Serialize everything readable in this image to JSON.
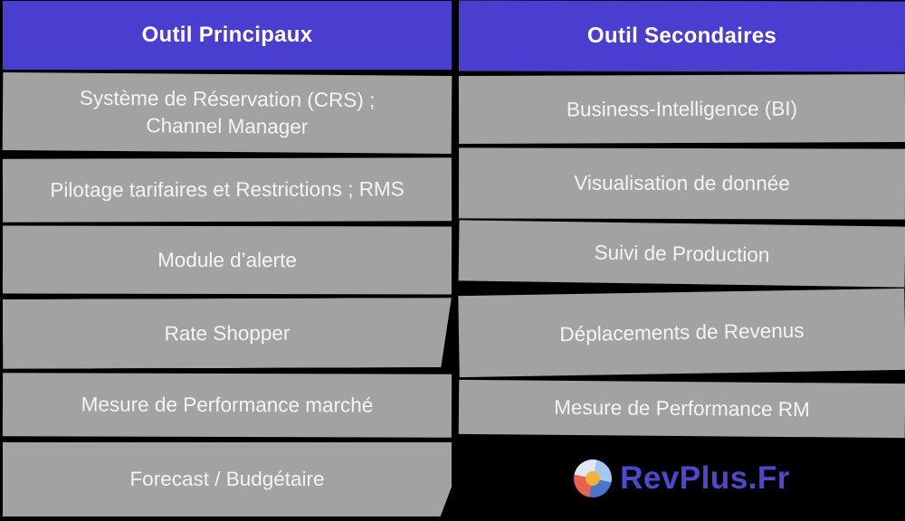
{
  "columns": [
    {
      "header": "Outil Principaux",
      "rows": [
        "Système de Réservation (CRS) ;\nChannel Manager",
        "Pilotage tarifaires et Restrictions ; RMS",
        "Module d’alerte",
        "Rate Shopper",
        "Mesure de Performance marché",
        "Forecast / Budgétaire"
      ]
    },
    {
      "header": "Outil Secondaires",
      "rows": [
        "Business-Intelligence (BI)",
        "Visualisation de donnée",
        "Suivi de Production",
        "Déplacements de Revenus",
        "Mesure de Performance RM"
      ]
    }
  ],
  "logo": {
    "text": "RevPlus.Fr",
    "icon": "pie-chart-icon"
  },
  "colors": {
    "header_bg": "#4a3ed0",
    "header_text": "#ffffff",
    "row_bg": "#a2a2a2",
    "row_text": "#f4f4f4",
    "background": "#000000",
    "logo_text": "#4f46d2",
    "pie_top_left": "#dde9f7",
    "pie_top_right": "#a6c7eb",
    "pie_bottom_right": "#4677c8",
    "pie_bottom_left": "#e8624e",
    "pie_center": "#f2b23a"
  }
}
